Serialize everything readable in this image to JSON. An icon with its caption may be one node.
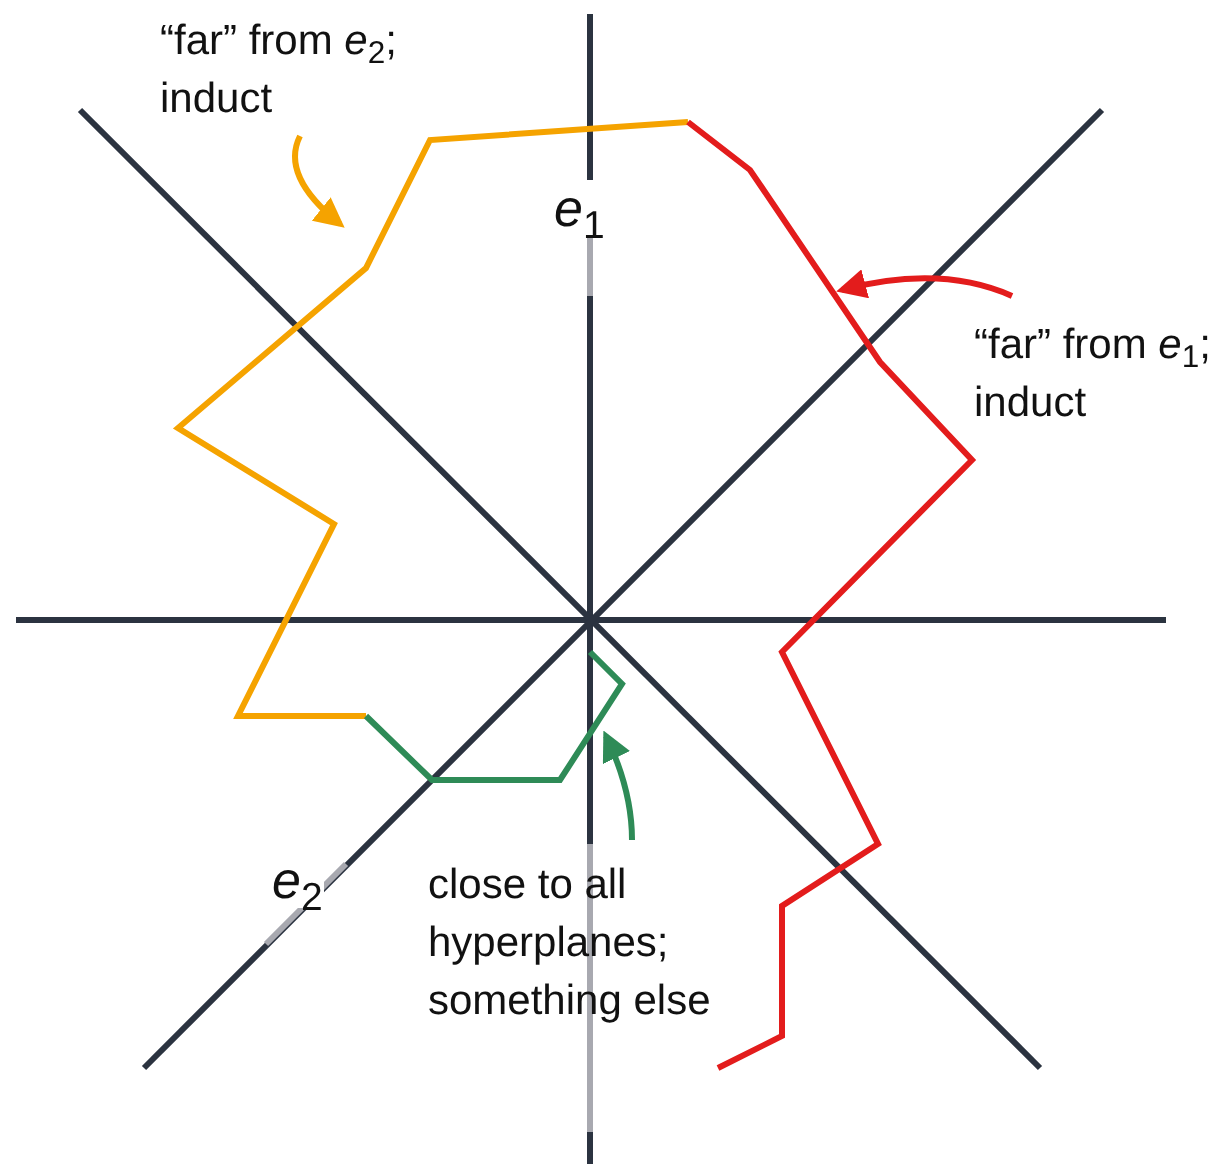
{
  "diagram": {
    "nodes": [
      {
        "text": [
          "“far” from *e*$_{2}$; induct"
        ]
      },
      {
        "text": [],
        "shape": "line"
      },
      {
        "text": [
          "“far” from *e*$_{1}$; induct"
        ]
      },
      {
        "text": [],
        "shape": "line"
      },
      {
        "text": [
          "close to all hyperplanes; something else"
        ]
      },
      {
        "text": [],
        "shape": "line"
      }
    ],
    "edges": [
      {
        "from": 0,
        "to": 1,
        "arrow": "to",
        "color": "#f5a300"
      },
      {
        "from": 2,
        "to": 3,
        "arrow": "to",
        "color": "#e31c1c"
      },
      {
        "from": 4,
        "to": 5,
        "arrow": "to",
        "color": "#2e8b57"
      }
    ],
    "labels": [
      "*e*$_{1}$",
      "*e*$_{2}$"
    ]
  }
}
